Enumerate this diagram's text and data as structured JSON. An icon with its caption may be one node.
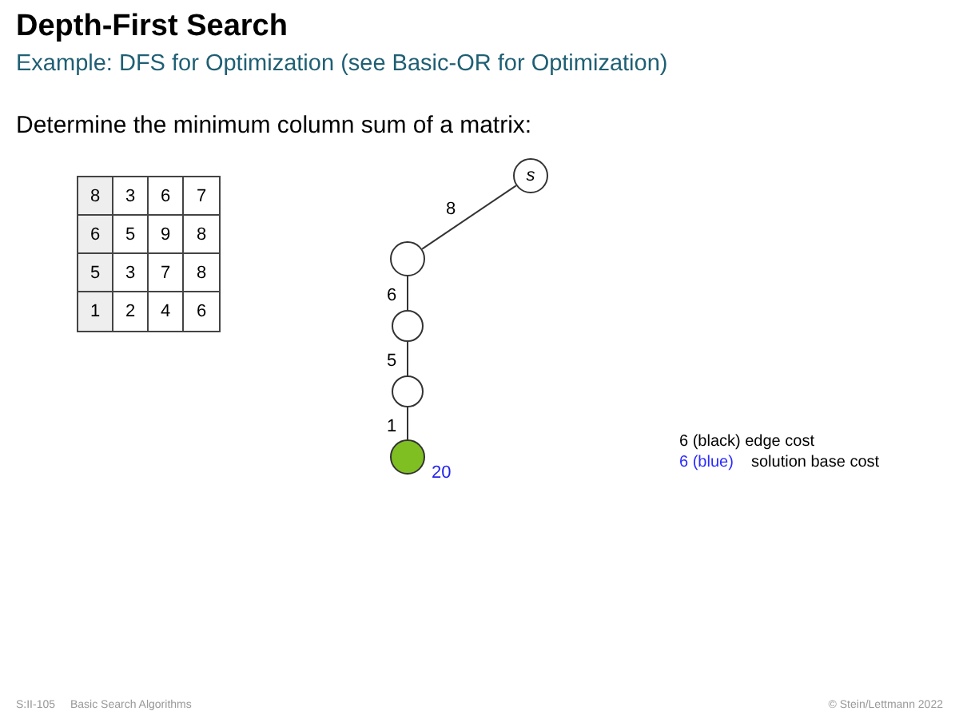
{
  "diagram": {
    "title": "Depth-First Search",
    "nodes": [
      {
        "text": [
          "s"
        ]
      },
      {
        "text": [],
        "shape": "circle"
      },
      {
        "text": [],
        "shape": "circle"
      },
      {
        "text": [],
        "shape": "circle"
      },
      {
        "text": [],
        "shape": "circle",
        "beside": [
          "20"
        ]
      }
    ],
    "edges": [
      {
        "from": 0,
        "to": 1,
        "arrow": "none",
        "label": "8"
      },
      {
        "from": 1,
        "to": 2,
        "arrow": "none",
        "label": "6"
      },
      {
        "from": 2,
        "to": 3,
        "arrow": "none",
        "label": "5"
      },
      {
        "from": 3,
        "to": 4,
        "arrow": "none",
        "label": "1"
      }
    ],
    "labels": [
      "Example: DFS for Optimization (see Basic-OR for Optimization)",
      "Determine the minimum column sum of a matrix:",
      "8",
      "3",
      "6",
      "7",
      "6",
      "5",
      "9",
      "8",
      "5",
      "3",
      "7",
      "8",
      "1",
      "2",
      "4",
      "6",
      "6 (black) edge cost",
      "6 (blue)",
      "solution base cost",
      "S:II-105",
      "Basic Search Algorithms",
      "© Stein/Lettmann 2022"
    ]
  }
}
